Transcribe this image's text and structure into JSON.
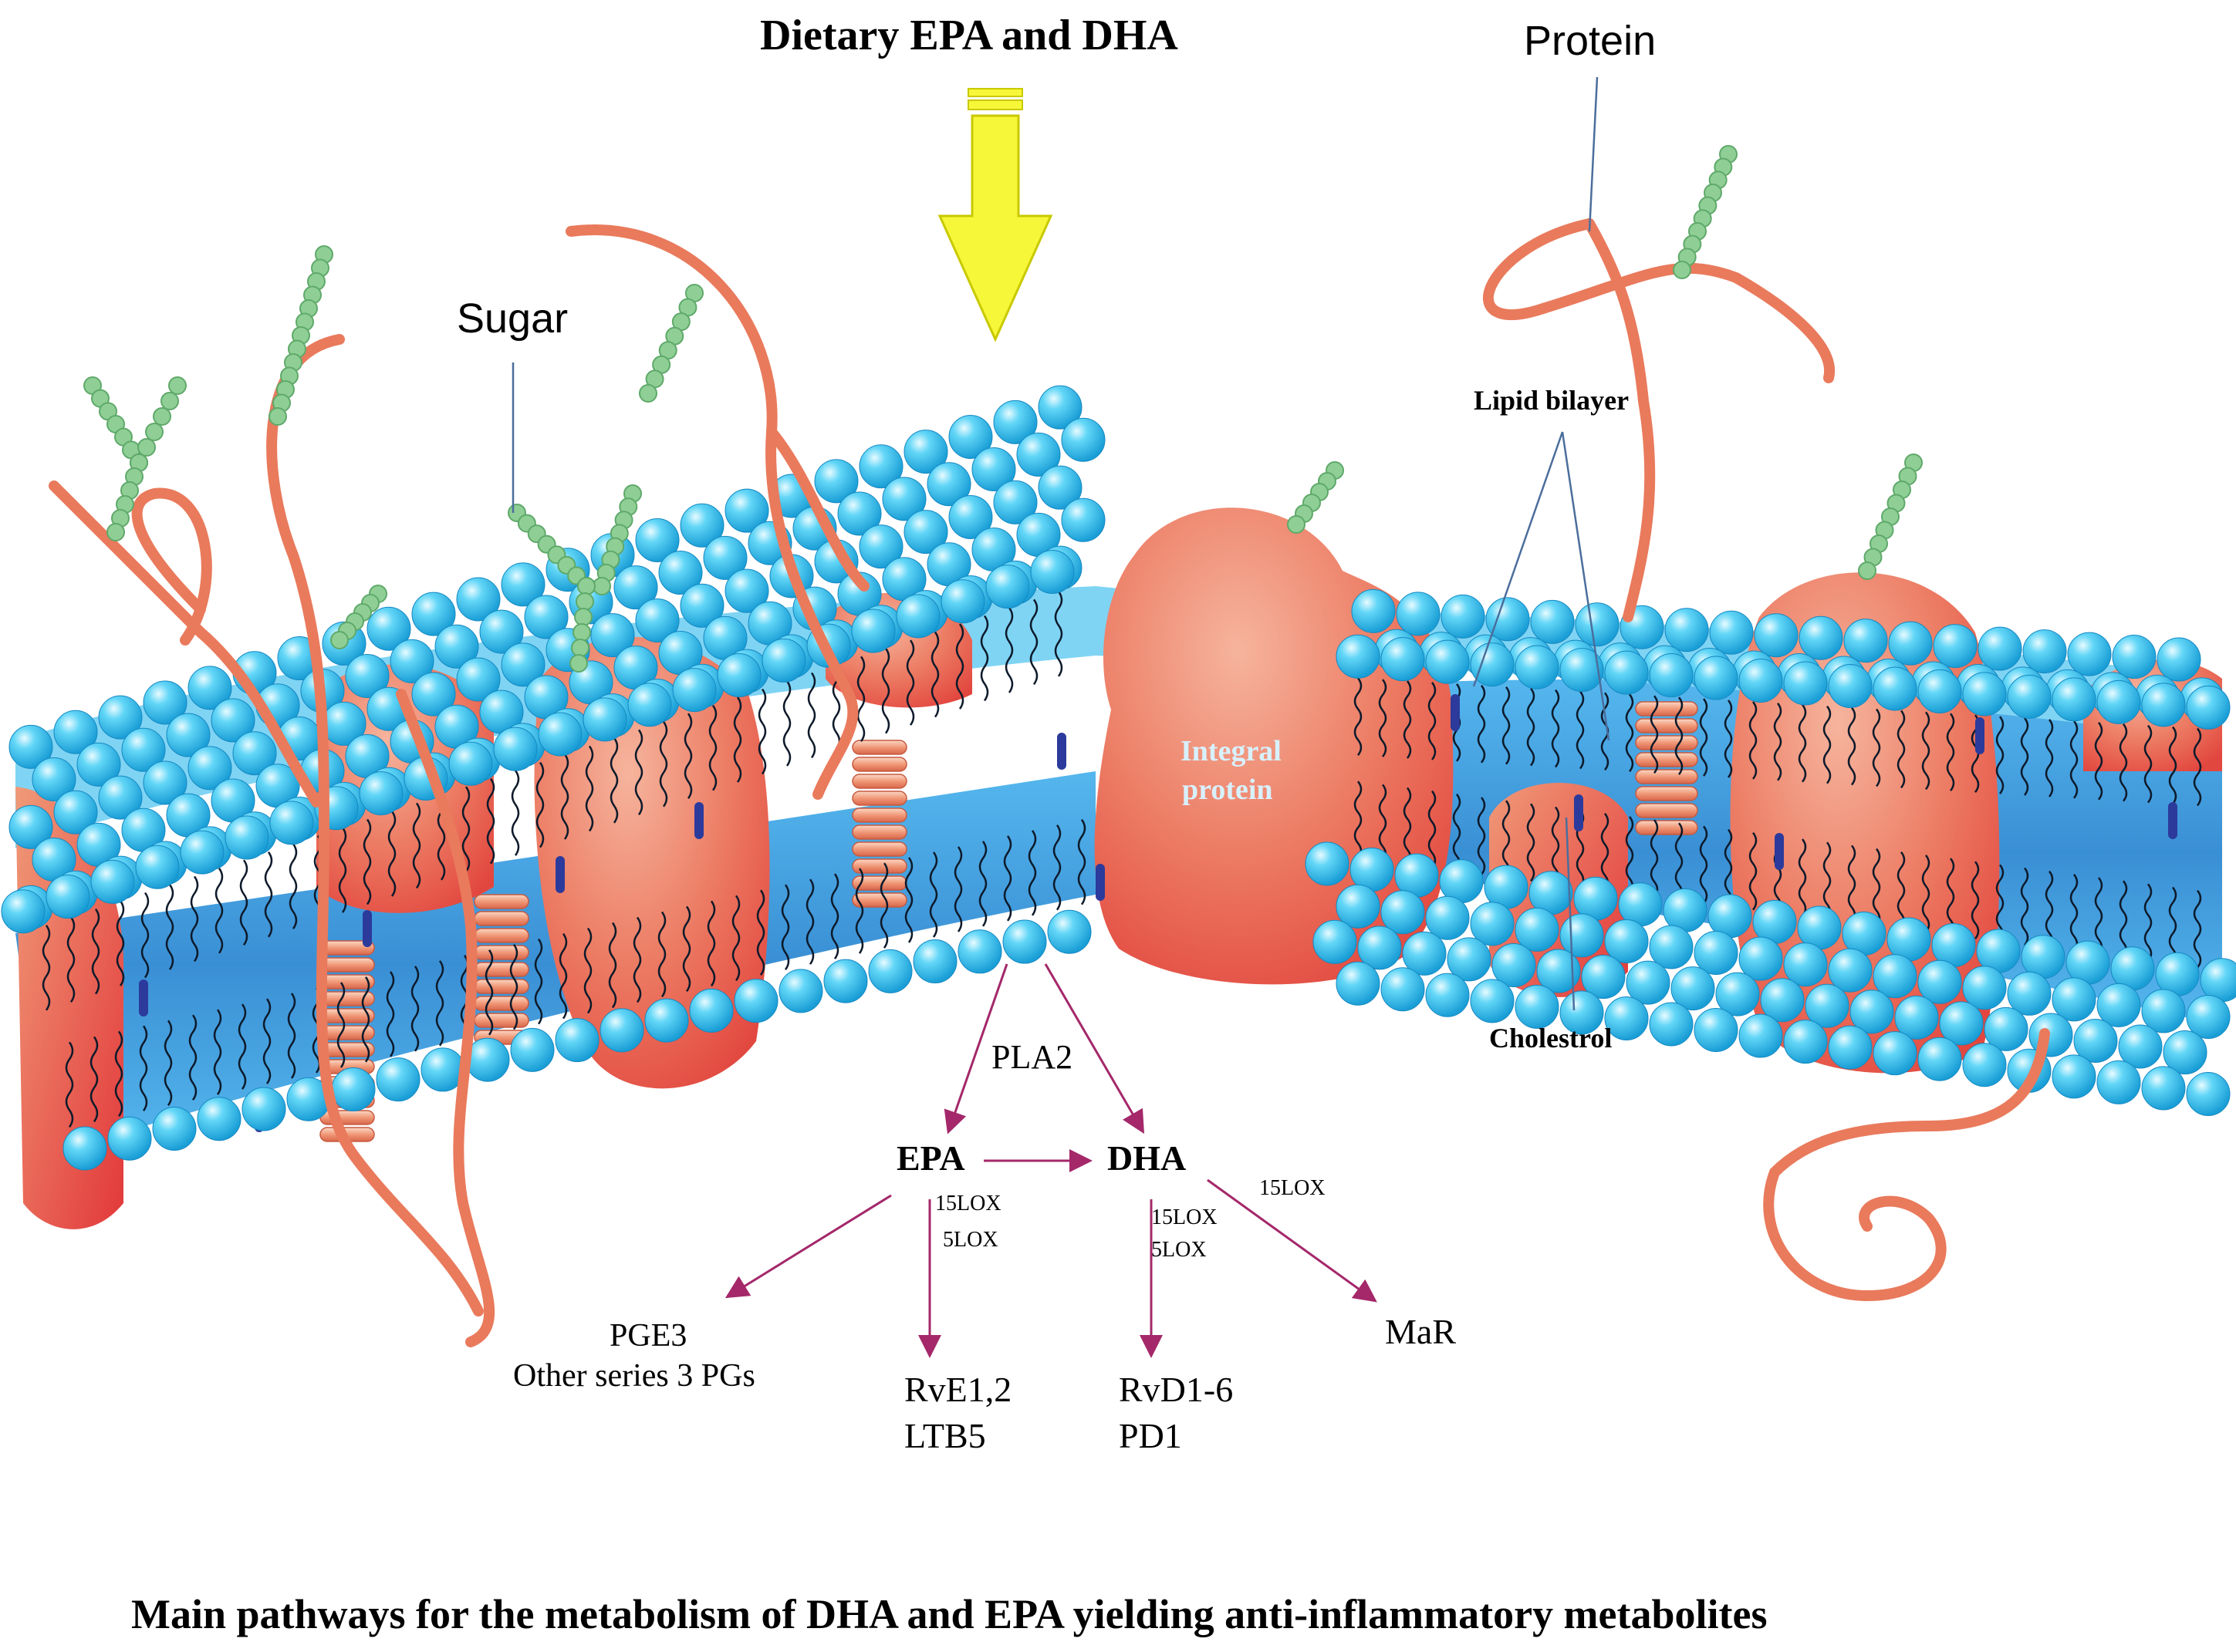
{
  "header": {
    "input_label": "Dietary EPA and DHA"
  },
  "structure_labels": {
    "protein": "Protein",
    "sugar": "Sugar",
    "lipid_bilayer": "Lipid bilayer",
    "integral_protein_line1": "Integral",
    "integral_protein_line2": "protein",
    "cholesterol": "Cholestrol"
  },
  "pathway": {
    "enzyme_pla2": "PLA2",
    "epa": "EPA",
    "dha": "DHA",
    "epa_lox_1": "15LOX",
    "epa_lox_2": "5LOX",
    "dha_lox_1": "15LOX",
    "dha_lox_2": "5LOX",
    "dha_to_mar_enzyme": "15LOX",
    "epa_product_pg_1": "PGE3",
    "epa_product_pg_2": "Other series 3 PGs",
    "epa_product_rv_1": "RvE1,2",
    "epa_product_rv_2": "LTB5",
    "dha_product_rv_1": "RvD1-6",
    "dha_product_rv_2": "PD1",
    "dha_product_mar": "MaR"
  },
  "caption": "Main pathways for the metabolism of DHA and EPA yielding anti-inflammatory metabolites",
  "colors": {
    "head": "#3cc3ef",
    "head_light": "#c9f1ff",
    "core": "#3e96d6",
    "protein": "#e8624e",
    "protein_light": "#f2a58c",
    "strand": "#e97a5c",
    "sugar": "#8fcf95",
    "arrow_yellow": "#f7f73a",
    "pathway_arrow": "#a4286a",
    "label_line": "#4b6e9c",
    "integral_text": "#d8f1ff"
  }
}
